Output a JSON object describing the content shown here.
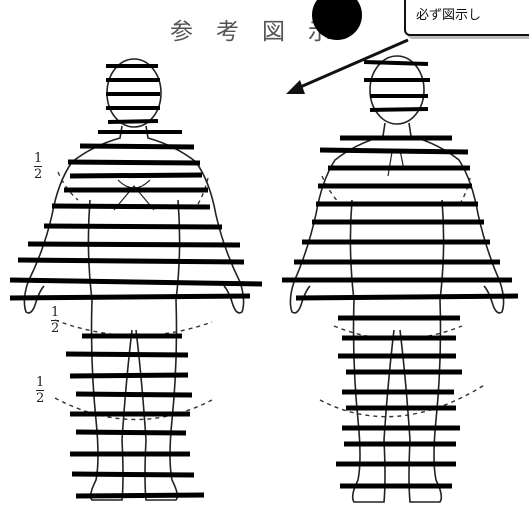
{
  "title_chars": [
    "参",
    "考",
    "図",
    "示"
  ],
  "callout_text": "必ず図示し",
  "fractions": [
    {
      "num": "1",
      "den": "2"
    },
    {
      "num": "1",
      "den": "2"
    },
    {
      "num": "1",
      "den": "2"
    }
  ],
  "colors": {
    "ink": "#111111",
    "title": "#555555",
    "dash": "#333333"
  }
}
